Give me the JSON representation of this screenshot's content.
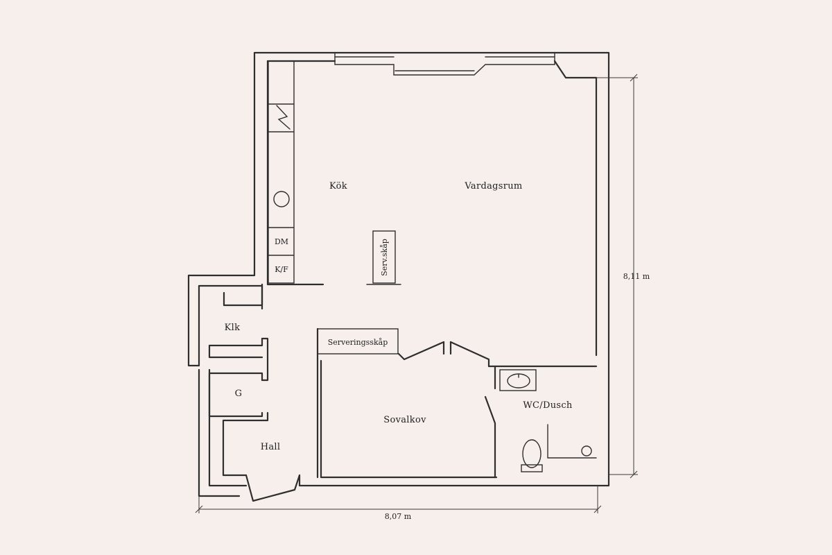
{
  "rooms": {
    "kitchen": "Kök",
    "living_room": "Vardagsrum",
    "closet": "Klk",
    "wardrobe": "G",
    "hall": "Hall",
    "bedroom_alcove": "Sovalkov",
    "bathroom": "WC/Dusch"
  },
  "fixtures": {
    "dishwasher": "DM",
    "fridge_freezer": "K/F",
    "serving_cabinet_short": "Serv.skåp",
    "serving_cabinet": "Serveringsskåp"
  },
  "dimensions": {
    "width": "8,07 m",
    "height": "8,11 m"
  },
  "colors": {
    "background": "#f6efec",
    "ink": "#2e2e2e"
  }
}
